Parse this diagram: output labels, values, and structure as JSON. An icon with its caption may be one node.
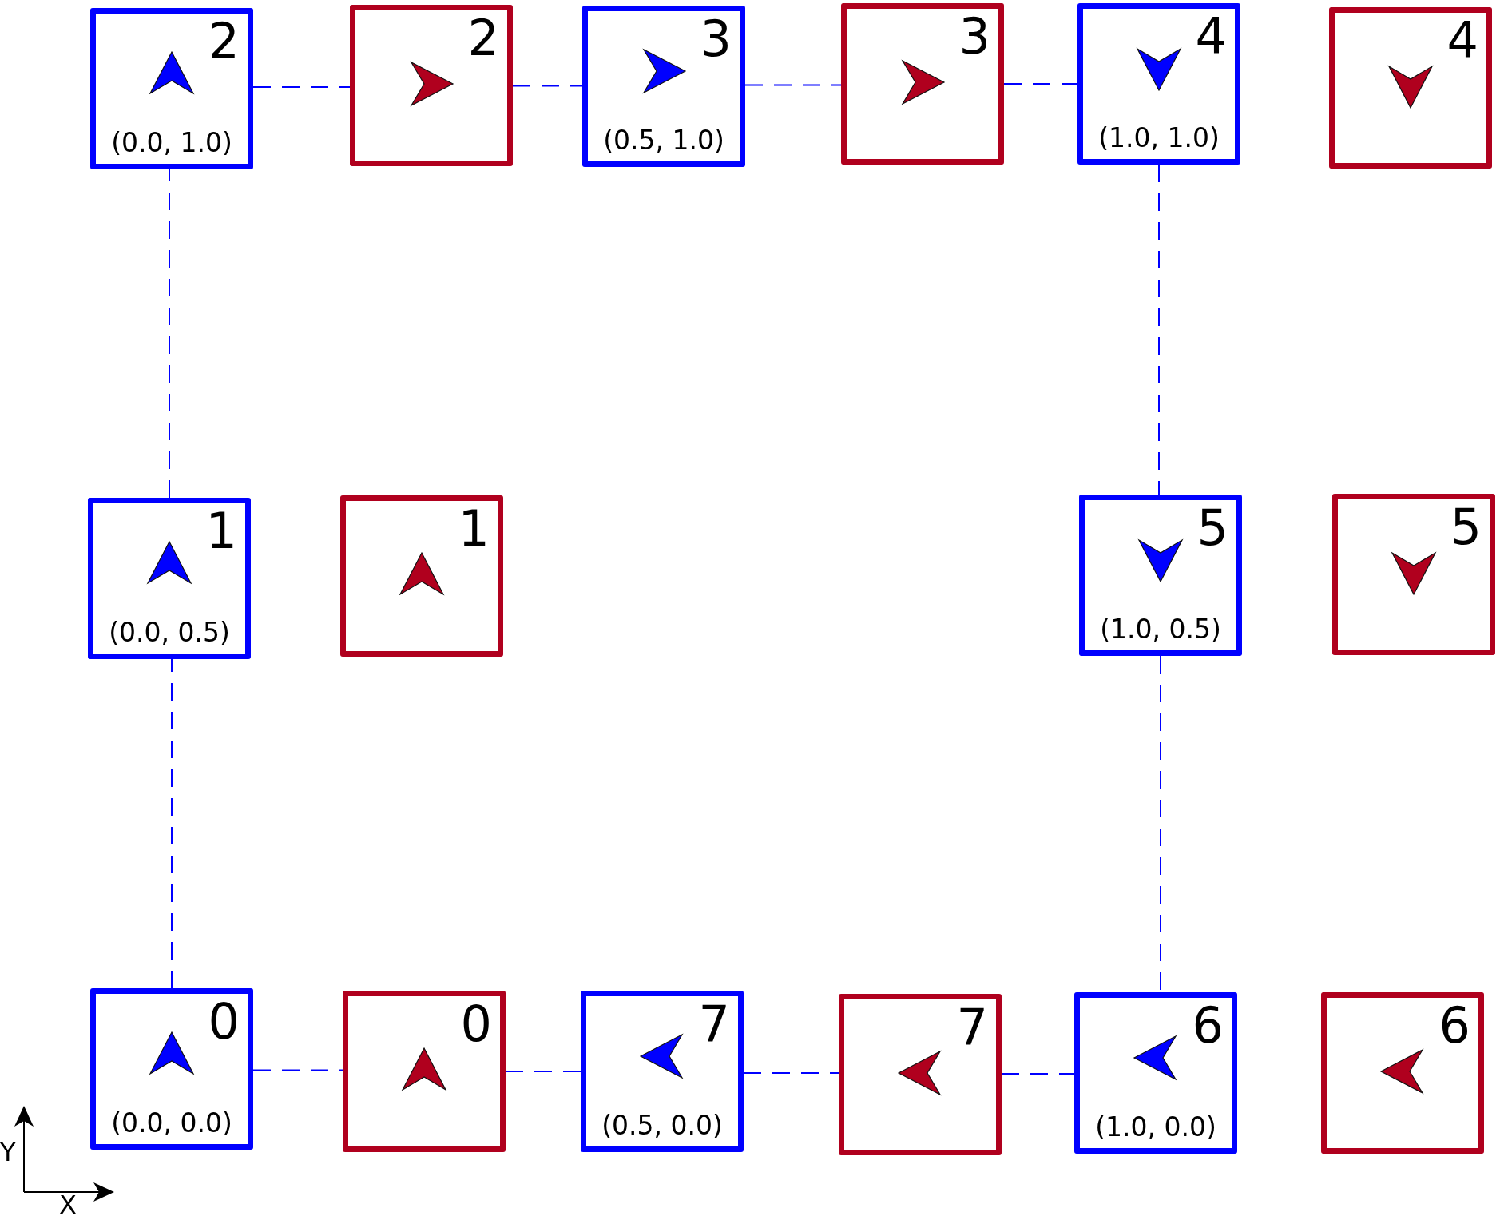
{
  "diagram": {
    "nodes": [
      {
        "text": [
          "2",
          "(0.0, 1.0)"
        ]
      },
      {
        "text": [
          "2"
        ]
      },
      {
        "text": [
          "3",
          "(0.5, 1.0)"
        ]
      },
      {
        "text": [
          "3"
        ]
      },
      {
        "text": [
          "4",
          "(1.0, 1.0)"
        ]
      },
      {
        "text": [
          "4"
        ]
      },
      {
        "text": [
          "1",
          "(0.0, 0.5)"
        ]
      },
      {
        "text": [
          "1"
        ]
      },
      {
        "text": [
          "5",
          "(1.0, 0.5)"
        ]
      },
      {
        "text": [
          "5"
        ]
      },
      {
        "text": [
          "0",
          "(0.0, 0.0)"
        ]
      },
      {
        "text": [
          "0"
        ]
      },
      {
        "text": [
          "7",
          "(0.5, 0.0)"
        ]
      },
      {
        "text": [
          "7"
        ]
      },
      {
        "text": [
          "6",
          "(1.0, 0.0)"
        ]
      },
      {
        "text": [
          "6"
        ]
      }
    ],
    "edges": [
      {
        "from": 10,
        "to": 11,
        "arrow": "none",
        "style": "dashed"
      },
      {
        "from": 11,
        "to": 12,
        "arrow": "none",
        "style": "dashed"
      },
      {
        "from": 12,
        "to": 13,
        "arrow": "none",
        "style": "dashed"
      },
      {
        "from": 13,
        "to": 14,
        "arrow": "none",
        "style": "dashed"
      },
      {
        "from": 10,
        "to": 6,
        "arrow": "none",
        "style": "dashed"
      },
      {
        "from": 6,
        "to": 0,
        "arrow": "none",
        "style": "dashed"
      },
      {
        "from": 0,
        "to": 1,
        "arrow": "none",
        "style": "dashed"
      },
      {
        "from": 1,
        "to": 2,
        "arrow": "none",
        "style": "dashed"
      },
      {
        "from": 2,
        "to": 3,
        "arrow": "none",
        "style": "dashed"
      },
      {
        "from": 3,
        "to": 4,
        "arrow": "none",
        "style": "dashed"
      },
      {
        "from": 4,
        "to": 8,
        "arrow": "none",
        "style": "dashed"
      },
      {
        "from": 8,
        "to": 14,
        "arrow": "none",
        "style": "dashed"
      }
    ],
    "labels": [
      "Y",
      "X"
    ]
  }
}
